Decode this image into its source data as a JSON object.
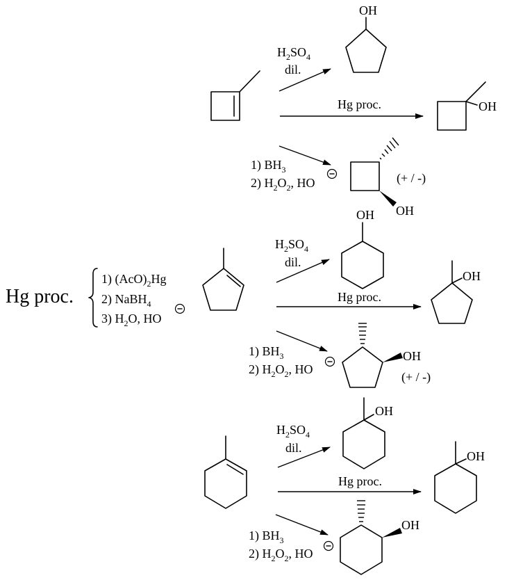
{
  "legend": {
    "title": "Hg proc.",
    "step1_pre": "1) (AcO)",
    "step1_sub": "2",
    "step1_post": "Hg",
    "step2_pre": "2) NaBH",
    "step2_sub": "4",
    "step3_pre": "3) H",
    "step3_sub": "2",
    "step3_post": "O, HO"
  },
  "reagents": {
    "acid_pre": "H",
    "acid_sub1": "2",
    "acid_mid": "SO",
    "acid_sub2": "4",
    "acid_dil": "dil.",
    "hg": "Hg proc.",
    "hb1_pre": "1) BH",
    "hb1_sub": "3",
    "hb2_pre": "2) H",
    "hb2_sub1": "2",
    "hb2_mid": "O",
    "hb2_sub2": "2",
    "hb2_post": ", HO"
  },
  "labels": {
    "oh": "OH",
    "racemic": "(+ / -)"
  },
  "colors": {
    "ink": "#000000",
    "background": "#ffffff"
  }
}
